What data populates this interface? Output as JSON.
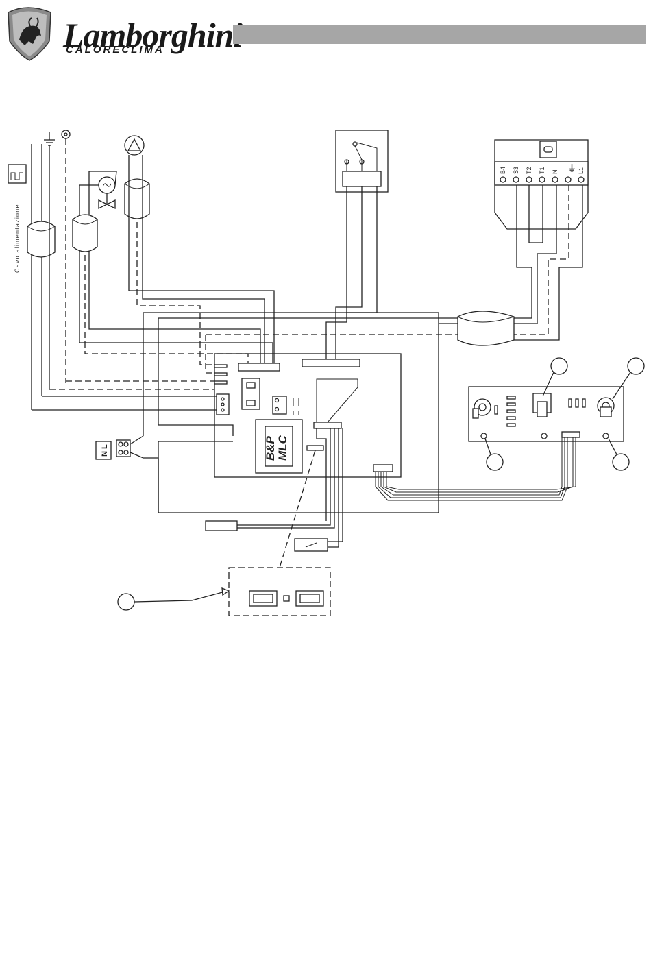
{
  "header": {
    "brand": "Lamborghini",
    "subbrand": "CALORECLIMA"
  },
  "diagram": {
    "cable_label": "Cavo alimentazione",
    "board_label_line1": "B&P",
    "board_label_line2": "MLC",
    "mains_terminal_label": "N L",
    "terminal_labels": [
      "B4",
      "S3",
      "T2",
      "T1",
      "N",
      "⏚",
      "L1"
    ]
  },
  "colors": {
    "header_bar": "#a6a6a6",
    "ink": "#222222"
  }
}
